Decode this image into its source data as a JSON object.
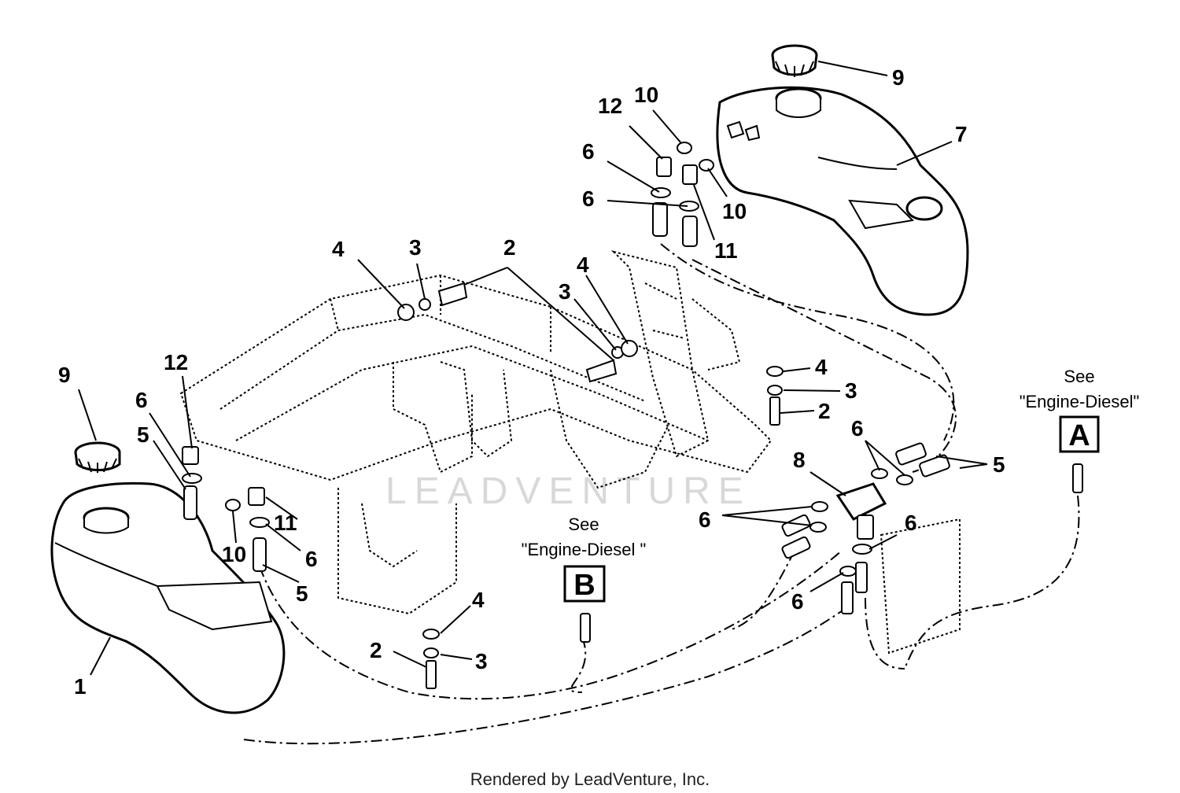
{
  "callouts": [
    {
      "id": "c1",
      "label": "1"
    },
    {
      "id": "c2a",
      "label": "2"
    },
    {
      "id": "c2b",
      "label": "2"
    },
    {
      "id": "c2c",
      "label": "2"
    },
    {
      "id": "c3a",
      "label": "3"
    },
    {
      "id": "c3b",
      "label": "3"
    },
    {
      "id": "c3c",
      "label": "3"
    },
    {
      "id": "c3d",
      "label": "3"
    },
    {
      "id": "c4a",
      "label": "4"
    },
    {
      "id": "c4b",
      "label": "4"
    },
    {
      "id": "c4c",
      "label": "4"
    },
    {
      "id": "c4d",
      "label": "4"
    },
    {
      "id": "c5a",
      "label": "5"
    },
    {
      "id": "c5b",
      "label": "5"
    },
    {
      "id": "c5c",
      "label": "5"
    },
    {
      "id": "c6a",
      "label": "6"
    },
    {
      "id": "c6b",
      "label": "6"
    },
    {
      "id": "c6c",
      "label": "6"
    },
    {
      "id": "c6d",
      "label": "6"
    },
    {
      "id": "c6e",
      "label": "6"
    },
    {
      "id": "c6f",
      "label": "6"
    },
    {
      "id": "c6g",
      "label": "6"
    },
    {
      "id": "c6h",
      "label": "6"
    },
    {
      "id": "c7",
      "label": "7"
    },
    {
      "id": "c8",
      "label": "8"
    },
    {
      "id": "c9a",
      "label": "9"
    },
    {
      "id": "c9b",
      "label": "9"
    },
    {
      "id": "c10a",
      "label": "10"
    },
    {
      "id": "c10b",
      "label": "10"
    },
    {
      "id": "c10c",
      "label": "10"
    },
    {
      "id": "c11a",
      "label": "11"
    },
    {
      "id": "c11b",
      "label": "11"
    },
    {
      "id": "c12a",
      "label": "12"
    },
    {
      "id": "c12b",
      "label": "12"
    }
  ],
  "references": {
    "a": {
      "see": "See",
      "target": "\"Engine-Diesel\"",
      "letter": "A"
    },
    "b": {
      "see": "See",
      "target": "\"Engine-Diesel \"",
      "letter": "B"
    }
  },
  "watermark": "LEADVENTURE",
  "footer": "Rendered by LeadVenture, Inc."
}
